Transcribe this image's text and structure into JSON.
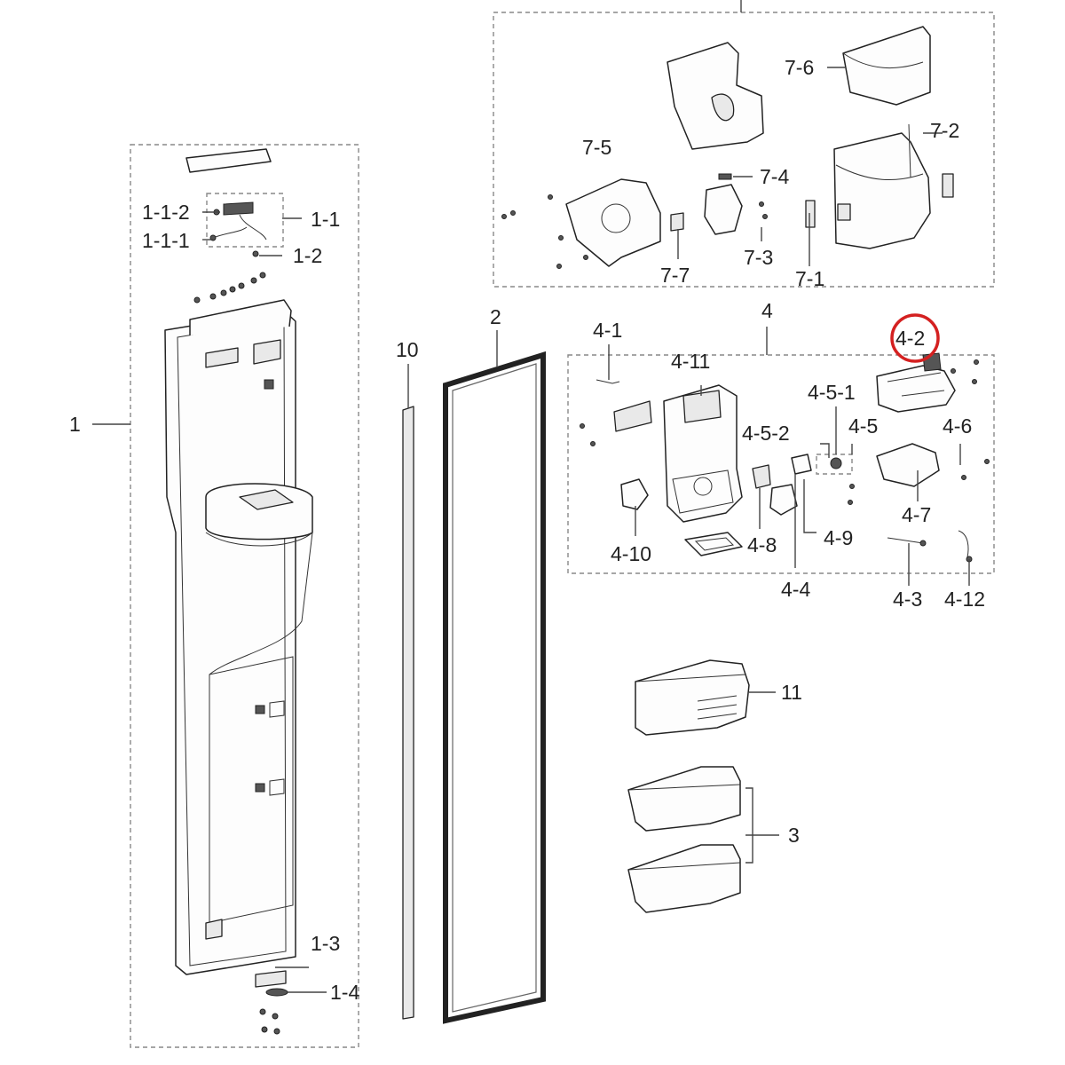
{
  "highlight_color": "#d42020",
  "labels": {
    "p1": "1",
    "p1_1": "1-1",
    "p1_1_1": "1-1-1",
    "p1_1_2": "1-1-2",
    "p1_2": "1-2",
    "p1_3": "1-3",
    "p1_4": "1-4",
    "p2": "2",
    "p3": "3",
    "p4": "4",
    "p4_1": "4-1",
    "p4_2": "4-2",
    "p4_3": "4-3",
    "p4_4": "4-4",
    "p4_5": "4-5",
    "p4_5_1": "4-5-1",
    "p4_5_2": "4-5-2",
    "p4_6": "4-6",
    "p4_7": "4-7",
    "p4_8": "4-8",
    "p4_9": "4-9",
    "p4_10": "4-10",
    "p4_11": "4-11",
    "p4_12": "4-12",
    "p7_1": "7-1",
    "p7_2": "7-2",
    "p7_3": "7-3",
    "p7_4": "7-4",
    "p7_5": "7-5",
    "p7_6": "7-6",
    "p7_7": "7-7",
    "p10": "10",
    "p11": "11"
  }
}
